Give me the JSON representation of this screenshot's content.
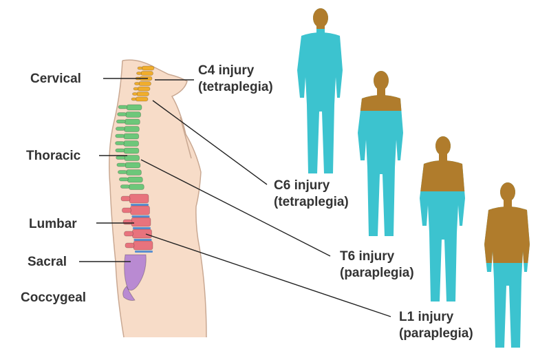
{
  "regions": {
    "cervical": "Cervical",
    "thoracic": "Thoracic",
    "lumbar": "Lumbar",
    "sacral": "Sacral",
    "coccygeal": "Coccygeal"
  },
  "injuries": [
    {
      "level": "C4 injury",
      "type": "(tetraplegia)"
    },
    {
      "level": "C6 injury",
      "type": "(tetraplegia)"
    },
    {
      "level": "T6 injury",
      "type": "(paraplegia)"
    },
    {
      "level": "L1 injury",
      "type": "(paraplegia)"
    }
  ],
  "colors": {
    "unaffected": "#3cc3cf",
    "affected": "#b07c2c",
    "cervical": "#f0ad2c",
    "thoracic": "#6dc77a",
    "lumbar": "#e8737d",
    "sacral": "#b98ad2",
    "disc": "#5a8fd0",
    "skin": "#f7dcc8",
    "skin_line": "#c9a892",
    "line": "#222222"
  }
}
